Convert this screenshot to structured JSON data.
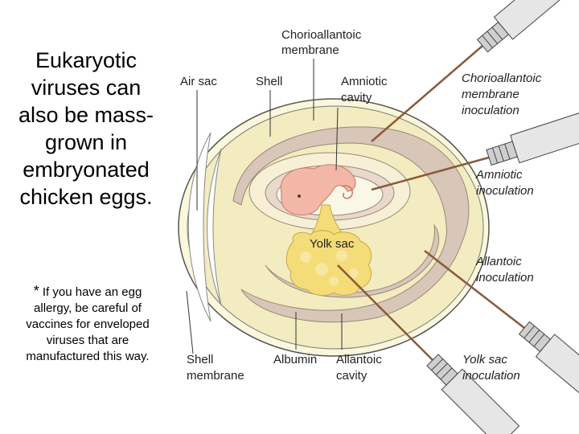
{
  "slide": {
    "main_text_lines": [
      "Eukaryotic",
      "viruses can",
      "also be mass-",
      "grown in",
      "embryonated",
      "chicken eggs."
    ],
    "note_star": "*",
    "note_lines": [
      "If you have an egg",
      "allergy, be careful of",
      "vaccines for enveloped",
      "viruses that are",
      "manufactured this way."
    ]
  },
  "diagram": {
    "labels": {
      "chorioallantoic_membrane": [
        "Chorioallantoic",
        "membrane"
      ],
      "air_sac": [
        "Air sac"
      ],
      "shell": [
        "Shell"
      ],
      "amniotic_cavity": [
        "Amniotic",
        "cavity"
      ],
      "yolk_sac": [
        "Yolk sac"
      ],
      "shell_membrane": [
        "Shell",
        "membrane"
      ],
      "albumin": [
        "Albumin"
      ],
      "allantoic_cavity": [
        "Allantoic",
        "cavity"
      ]
    },
    "inoculations": {
      "chorioallantoic": [
        "Chorioallantoic",
        "membrane",
        "inoculation"
      ],
      "amniotic": [
        "Amniotic",
        "inoculation"
      ],
      "allantoic": [
        "Allantoic",
        "inoculation"
      ],
      "yolk_sac": [
        "Yolk sac",
        "inoculation"
      ]
    },
    "colors": {
      "shell_fill": "#f2ecc0",
      "allantoic_band": "#d8c6b8",
      "yolk": "#f4dc78",
      "embryo": "#f3b7a8",
      "syringe": "#d8d8d8",
      "needle": "#8a5a3a"
    }
  }
}
